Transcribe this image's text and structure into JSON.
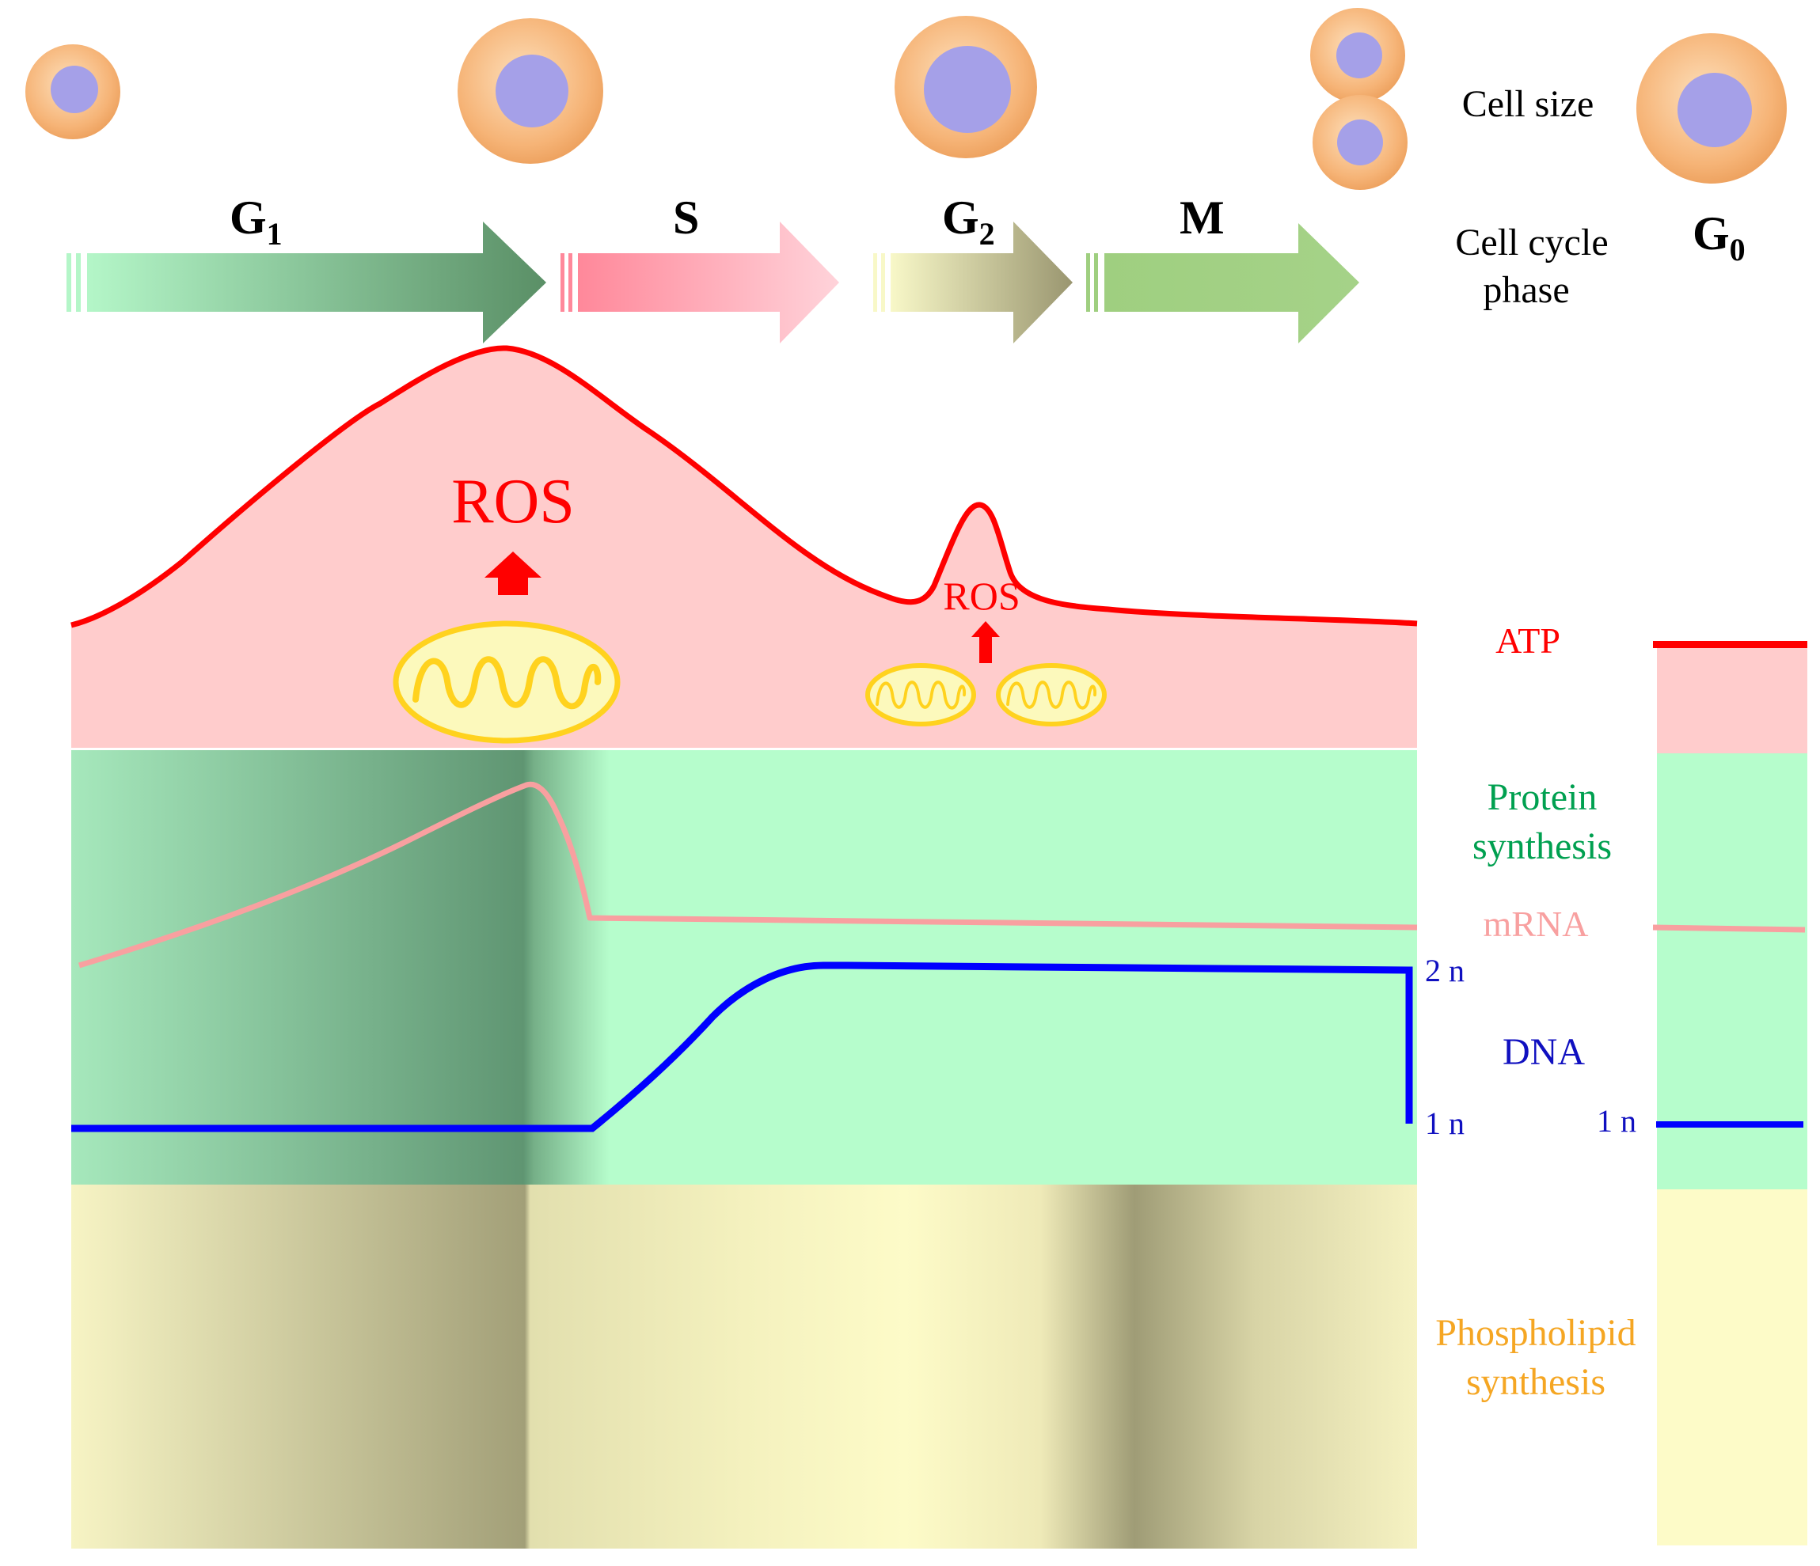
{
  "labels": {
    "cell_size": "Cell size",
    "cell_cycle_line1": "Cell cycle",
    "cell_cycle_line2": "phase",
    "atp": "ATP",
    "protein_line1": "Protein",
    "protein_line2": "synthesis",
    "mrna": "mRNA",
    "dna": "DNA",
    "two_n": "2 n",
    "one_n": "1 n",
    "one_n_g0": "1 n",
    "phospholipid_line1": "Phospholipid",
    "phospholipid_line2": "synthesis",
    "ros_large": "ROS",
    "ros_small": "ROS"
  },
  "phases": {
    "g1": {
      "letter": "G",
      "sub": "1"
    },
    "s": {
      "letter": "S"
    },
    "g2": {
      "letter": "G",
      "sub": "2"
    },
    "m": {
      "letter": "M"
    },
    "g0": {
      "letter": "G",
      "sub": "0"
    }
  },
  "colors": {
    "atp": "#ff0000",
    "atp_band": "#ffcccc",
    "protein_band": "#b6fdcc",
    "protein_text": "#00a050",
    "mrna": "#f8a0a0",
    "dna": "#0000ff",
    "dna_text": "#1010c0",
    "phospholipid_band": "#fdfbc8",
    "phospholipid_text": "#f5a623",
    "cell_membrane": "#f7b77a",
    "cell_nucleus": "#a5a0e8",
    "mitochondria": "#ffd21e"
  }
}
